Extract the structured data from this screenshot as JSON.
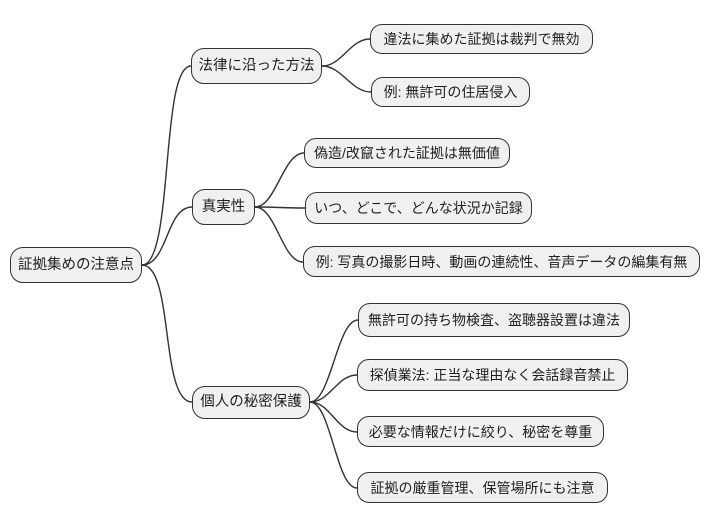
{
  "diagram": {
    "type": "mindmap",
    "orientation": "left-to-right",
    "colors": {
      "background": "#ffffff",
      "node_fill": "#f0f0f0",
      "node_border": "#333333",
      "connector": "#333333",
      "text": "#1f1f1f"
    },
    "root": {
      "label": "証拠集めの注意点"
    },
    "branches": [
      {
        "label": "法律に沿った方法",
        "children": [
          {
            "label": "違法に集めた証拠は裁判で無効"
          },
          {
            "label": "例: 無許可の住居侵入"
          }
        ]
      },
      {
        "label": "真実性",
        "children": [
          {
            "label": "偽造/改竄された証拠は無価値"
          },
          {
            "label": "いつ、どこで、どんな状況か記録"
          },
          {
            "label": "例: 写真の撮影日時、動画の連続性、音声データの編集有無"
          }
        ]
      },
      {
        "label": "個人の秘密保護",
        "children": [
          {
            "label": "無許可の持ち物検査、盗聴器設置は違法"
          },
          {
            "label": "探偵業法: 正当な理由なく会話録音禁止"
          },
          {
            "label": "必要な情報だけに絞り、秘密を尊重"
          },
          {
            "label": "証拠の厳重管理、保管場所にも注意"
          }
        ]
      }
    ]
  }
}
